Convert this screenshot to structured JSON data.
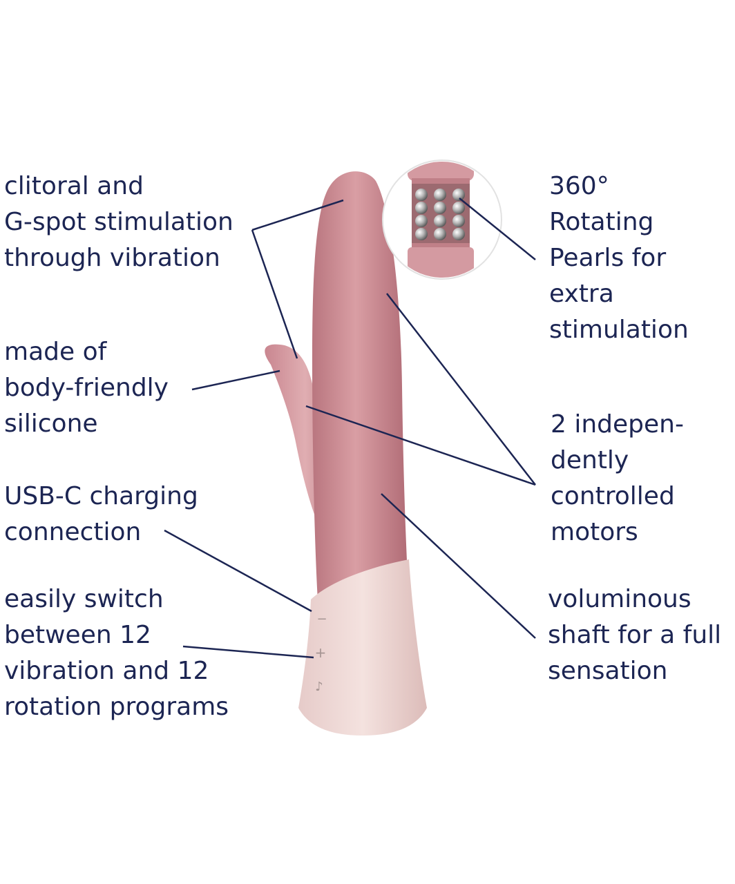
{
  "colors": {
    "text": "#1c2553",
    "leader_line": "#1c2553",
    "body_pink": "#c98a92",
    "handle_pink": "#eed5d3",
    "pearl_silver": "#b8b8b8"
  },
  "callouts": {
    "clitoral_gspot": "clitoral and\nG-spot stimulation\nthrough vibration",
    "body_friendly": "made of\nbody-friendly\nsilicone",
    "usb_c": "USB-C charging\nconnection",
    "switch_programs": "easily switch\nbetween 12\nvibration and 12\nrotation programs",
    "rotating_pearls": "360°\nRotating\nPearls for\nextra\nstimulation",
    "motors": "2 indepen-\ndently\ncontrolled\nmotors",
    "shaft": "voluminous\nshaft for a full\nsensation"
  },
  "buttons": {
    "minus": "−",
    "plus": "+",
    "mode": "♪"
  }
}
